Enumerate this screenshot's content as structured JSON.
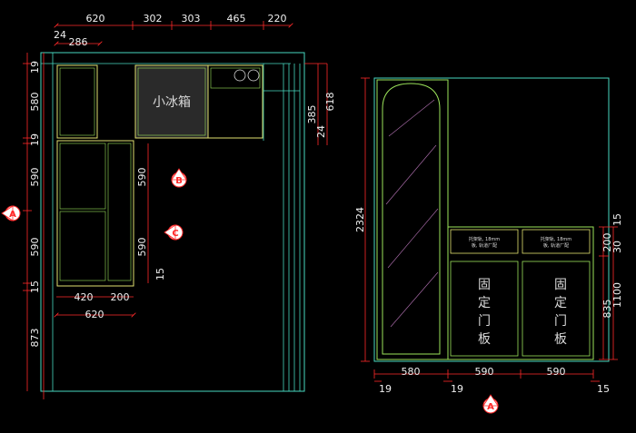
{
  "plan": {
    "top_dims": [
      "620",
      "302",
      "303",
      "465",
      "220"
    ],
    "top_sub_dims": [
      "24",
      "286"
    ],
    "left_dims": [
      "19",
      "580",
      "19",
      "590",
      "590",
      "15",
      "873"
    ],
    "bottom_dims": [
      "420",
      "200",
      "620"
    ],
    "inner_dims": [
      "590",
      "590",
      "15"
    ],
    "right_dims": [
      "385",
      "24",
      "618"
    ],
    "fridge_label": "小冰箱",
    "markers": {
      "a": "A",
      "b": "B",
      "c": "C"
    }
  },
  "elevation": {
    "left_dim": "2324",
    "right_dims": [
      "15",
      "200",
      "30",
      "835",
      "1100"
    ],
    "bottom_dims": [
      "580",
      "590",
      "590"
    ],
    "bottom_sub_dims": [
      "19",
      "19",
      "15"
    ],
    "drawer_note_line1": "托架轨, 18mm",
    "drawer_note_line2": "板, 轨道厂配",
    "door_label": [
      "固",
      "定",
      "门",
      "板"
    ],
    "marker_a": "A"
  },
  "colors": {
    "background": "#000000",
    "dimension_red": "#ff2a2a",
    "cabinet_green": "#9be35a",
    "wall_cyan": "#48d8c0",
    "cabinet_yellow": "#e0e070",
    "fill_grey": "#2a2a2a"
  }
}
